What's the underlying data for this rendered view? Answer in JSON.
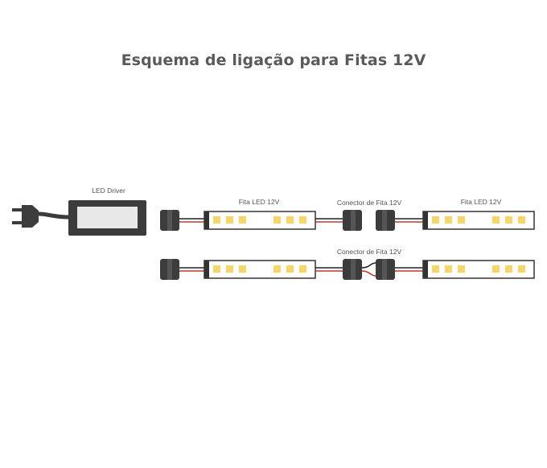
{
  "title": "Esquema de ligação para Fitas 12V",
  "labels": {
    "driver": "LED Driver",
    "strip_row1_left": "Fita LED 12V",
    "strip_row1_right": "Fita LED 12V",
    "connector_row1": "Conector de Fita 12V",
    "connector_row2": "Conector de Fita 12V"
  },
  "colors": {
    "body": "#3c3c3c",
    "screen": "#e8e8e8",
    "strip_border": "#333333",
    "led": "#f6d66a",
    "wire_red": "#c0392b",
    "wire_black": "#222222"
  },
  "icons": {
    "plug": "power-plug-icon",
    "driver": "led-driver-icon",
    "connector": "strip-connector-icon",
    "strip": "led-strip-icon"
  }
}
